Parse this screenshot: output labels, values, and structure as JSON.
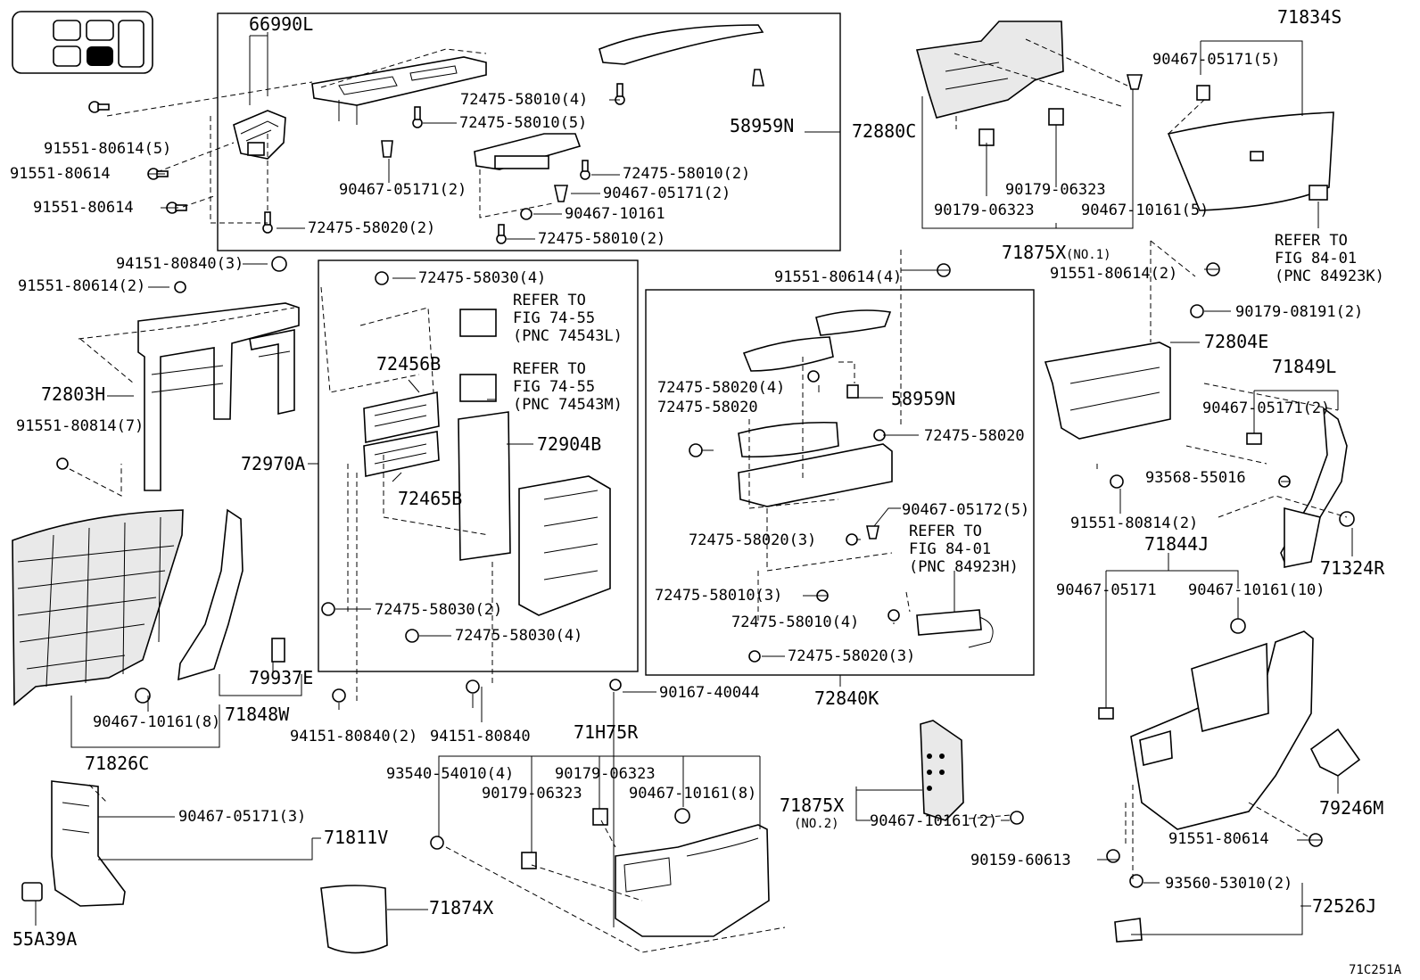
{
  "figure_id": "71C251A",
  "groups": {
    "g72880C": "72880C",
    "g72970A": "72970A",
    "g72840K": "72840K",
    "g71875X1": "71875X",
    "g71875X1_sub": "(NO.1)",
    "g71875X2": "71875X",
    "g71875X2_sub": "(NO.2)",
    "g71H75R": "71H75R",
    "g71844J": "71844J",
    "g72526J": "72526J",
    "g71834S": "71834S",
    "g71849L": "71849L",
    "g71826C": "71826C",
    "g71848W": "71848W",
    "g71811V": "71811V"
  },
  "labels": {
    "l66990L": "66990L",
    "l91551_80614_5": "91551-80614(5)",
    "l91551_80614_a": "91551-80614",
    "l91551_80614_b": "91551-80614",
    "l72475_58010_4a": "72475-58010(4)",
    "l72475_58010_5": "72475-58010(5)",
    "l58959N_a": "58959N",
    "l90467_05171_2a": "90467-05171(2)",
    "l72475_58010_2a": "72475-58010(2)",
    "l90467_05171_2b": "90467-05171(2)",
    "l90467_10161_a": "90467-10161",
    "l72475_58020_2": "72475-58020(2)",
    "l72475_58010_2b": "72475-58010(2)",
    "l94151_80840_3": "94151-80840(3)",
    "l91551_80614_2a": "91551-80614(2)",
    "l72803H": "72803H",
    "l91551_80814_7": "91551-80814(7)",
    "l72475_58030_4a": "72475-58030(4)",
    "ref1_a": "REFER TO",
    "ref1_b": "FIG 74-55",
    "ref1_c": "(PNC 74543L)",
    "ref2_a": "REFER TO",
    "ref2_b": "FIG 74-55",
    "ref2_c": "(PNC 74543M)",
    "l72456B": "72456B",
    "l72904B": "72904B",
    "l72465B": "72465B",
    "l72475_58030_2": "72475-58030(2)",
    "l72475_58030_4b": "72475-58030(4)",
    "l94151_80840_2": "94151-80840(2)",
    "l94151_80840": "94151-80840",
    "l91551_80614_4": "91551-80614(4)",
    "l72475_58020_4": "72475-58020(4)",
    "l72475_58020_a": "72475-58020",
    "l58959N_b": "58959N",
    "l72475_58020_b": "72475-58020",
    "l90467_05172_5": "90467-05172(5)",
    "l72475_58020_3a": "72475-58020(3)",
    "ref3_a": "REFER TO",
    "ref3_b": "FIG 84-01",
    "ref3_c": "(PNC 84923H)",
    "l72475_58010_3": "72475-58010(3)",
    "l72475_58010_4b": "72475-58010(4)",
    "l72475_58020_3b": "72475-58020(3)",
    "l90167_40044": "90167-40044",
    "l90179_06323_a": "90179-06323",
    "l90179_06323_b": "90179-06323",
    "l90467_10161_5": "90467-10161(5)",
    "l90467_05171_5": "90467-05171(5)",
    "ref4_a": "REFER TO",
    "ref4_b": "FIG 84-01",
    "ref4_c": "(PNC 84923K)",
    "l91551_80614_2b": "91551-80614(2)",
    "l90179_08191_2": "90179-08191(2)",
    "l72804E": "72804E",
    "l90467_05171_2c": "90467-05171(2)",
    "l93568_55016": "93568-55016",
    "l91551_80814_2": "91551-80814(2)",
    "l71324R": "71324R",
    "l90467_05171_c": "90467-05171",
    "l90467_10161_10": "90467-10161(10)",
    "l79246M": "79246M",
    "l91551_80614_c": "91551-80614",
    "l90159_60613": "90159-60613",
    "l93560_53010_2": "93560-53010(2)",
    "l79937E": "79937E",
    "l90467_10161_8a": "90467-10161(8)",
    "l90467_05171_3": "90467-05171(3)",
    "l71874X": "71874X",
    "l55A39A": "55A39A",
    "l93540_54010_4": "93540-54010(4)",
    "l90179_06323_c": "90179-06323",
    "l90179_06323_d": "90179-06323",
    "l90467_10161_8b": "90467-10161(8)",
    "l90467_10161_2": "90467-10161(2)"
  }
}
